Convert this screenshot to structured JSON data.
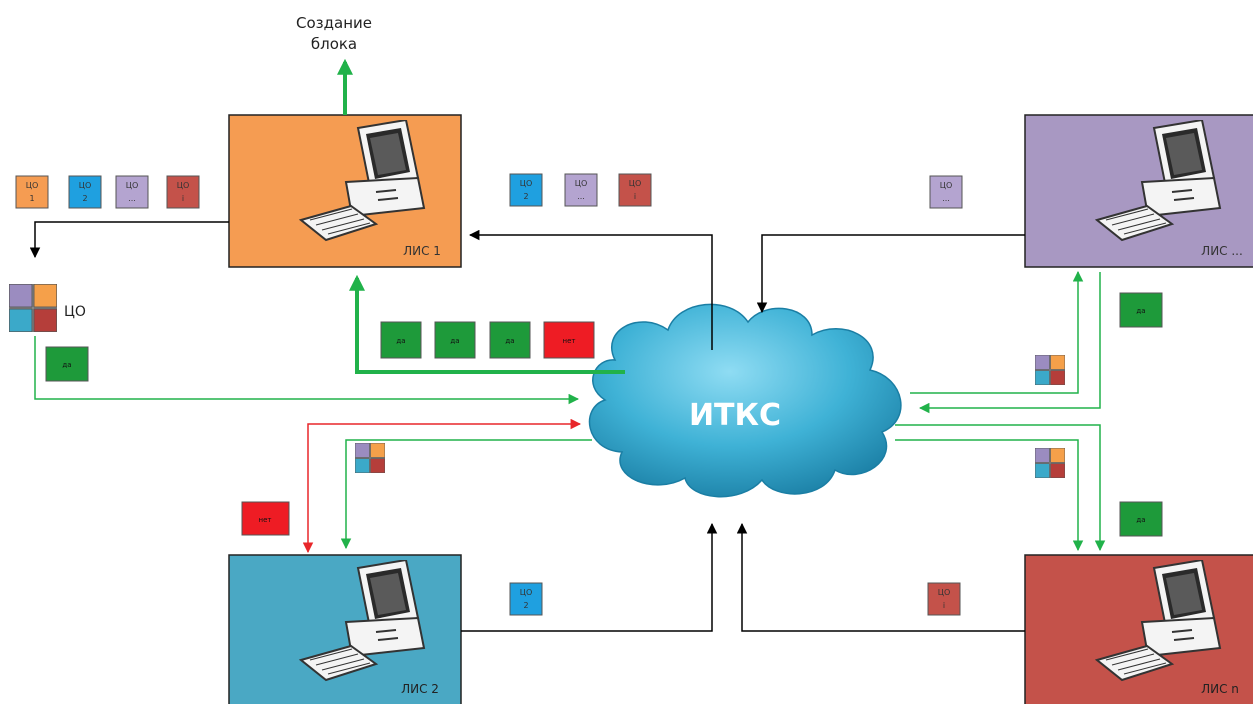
{
  "title": "Создание блока",
  "title_lines": [
    "Создание",
    "блока"
  ],
  "network": {
    "label": "ИТКС",
    "color": "#3fb2d6"
  },
  "nodes": {
    "lis1": {
      "label": "ЛИС 1",
      "color": "#f59c52"
    },
    "lis_dots": {
      "label": "ЛИС ...",
      "color": "#a898c2"
    },
    "lis2": {
      "label": "ЛИС 2",
      "color": "#4aa8c4"
    },
    "lisn": {
      "label": "ЛИС n",
      "color": "#c4524a"
    }
  },
  "tiles": {
    "co1": {
      "top": "ЦО",
      "bottom": "1",
      "color": "#f59c52"
    },
    "co2": {
      "top": "ЦО",
      "bottom": "2",
      "color": "#1fa0e0"
    },
    "co_dots": {
      "top": "ЦО",
      "bottom": "...",
      "color": "#b4a4d0"
    },
    "co_i": {
      "top": "ЦО",
      "bottom": "i",
      "color": "#c4524a"
    }
  },
  "co_legend": "ЦО",
  "votes": {
    "yes": "да",
    "no": "нет",
    "yes_color": "#1e9a3a",
    "no_color": "#ee1c24"
  },
  "colors": {
    "green": "#21b24a",
    "red": "#e8262a",
    "black": "#000000",
    "quad_purple": "#9b8cc0",
    "quad_orange": "#f5a04a",
    "quad_blue": "#3ba9c9",
    "quad_red": "#b53e3a"
  }
}
